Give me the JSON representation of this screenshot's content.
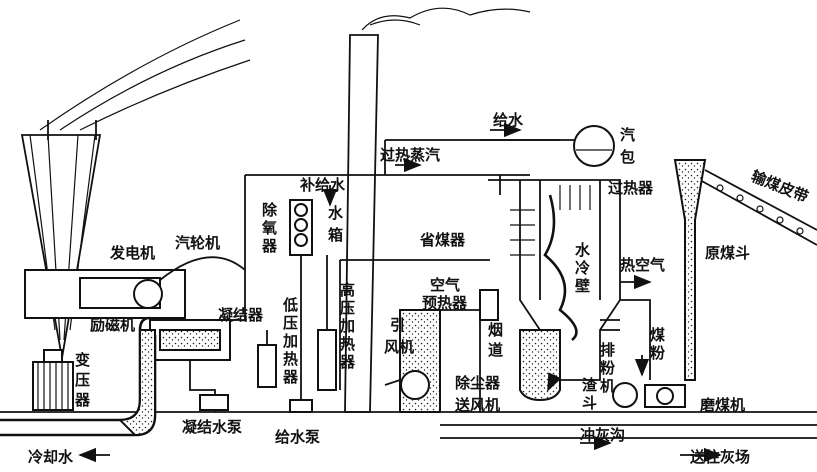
{
  "labels": {
    "superheated_steam": "过热蒸汽",
    "feed_water_top": "给水",
    "drum": "汽包",
    "superheater": "过热器",
    "coal_belt": "输煤皮带",
    "makeup_water": "补给水",
    "deaerator": "除氧器",
    "water_tank": "水箱",
    "economizer": "省煤器",
    "water_wall": "水冷壁",
    "hot_air": "热空气",
    "raw_coal_hopper": "原煤斗",
    "generator": "发电机",
    "turbine": "汽轮机",
    "exciter": "励磁机",
    "condenser": "凝结器",
    "lp_heater": "低压加热器",
    "hp_heater": "高压加热器",
    "air_preheater": "空气预热器",
    "id_fan": "引风机",
    "flue": "烟道",
    "pulverized_coal": "煤粉",
    "coal_exhauster": "排粉机",
    "slag_hopper": "渣斗",
    "transformer": "变压器",
    "condensate_pump": "凝结水泵",
    "feed_pump": "给水泵",
    "dust_collector": "除尘器",
    "fd_fan": "送风机",
    "coal_mill": "磨煤机",
    "ash_trench": "冲灰沟",
    "to_ash_yard": "送往灰场",
    "cooling_water": "冷却水"
  }
}
